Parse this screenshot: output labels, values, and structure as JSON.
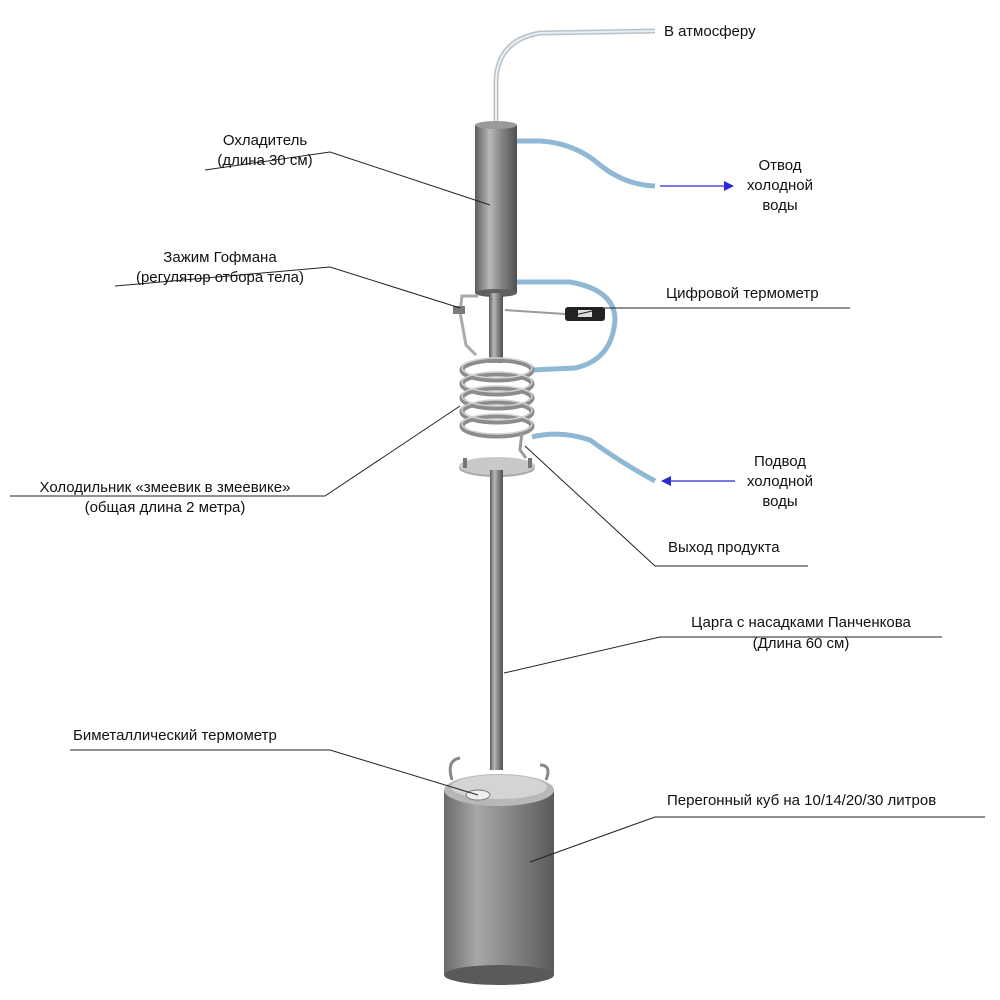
{
  "labels": {
    "atmosphere": "В атмосферу",
    "cooler_title": "Охладитель",
    "cooler_sub": "(длина 30 см)",
    "cold_out_1": "Отвод",
    "cold_out_2": "холодной",
    "cold_out_3": "воды",
    "clamp_title": "Зажим Гофмана",
    "clamp_sub": "(регулятор отбора тела)",
    "digital_thermo": "Цифровой термометр",
    "fridge_title": "Холодильник «змеевик в змеевике»",
    "fridge_sub": "(общая длина 2 метра)",
    "cold_in_1": "Подвод",
    "cold_in_2": "холодной",
    "cold_in_3": "воды",
    "product_out": "Выход продукта",
    "column_title": "Царга с насадками Панченкова",
    "column_sub": "(Длина 60 см)",
    "bimetal_thermo": "Биметаллический термометр",
    "still": "Перегонный куб на 10/14/20/30 литров"
  },
  "colors": {
    "steel_dark": "#6e6e6e",
    "steel_light": "#c8c8c8",
    "hose_blue": "#8fb8d4",
    "arrow_blue": "#2b2bd6",
    "leader_line": "#222222"
  }
}
